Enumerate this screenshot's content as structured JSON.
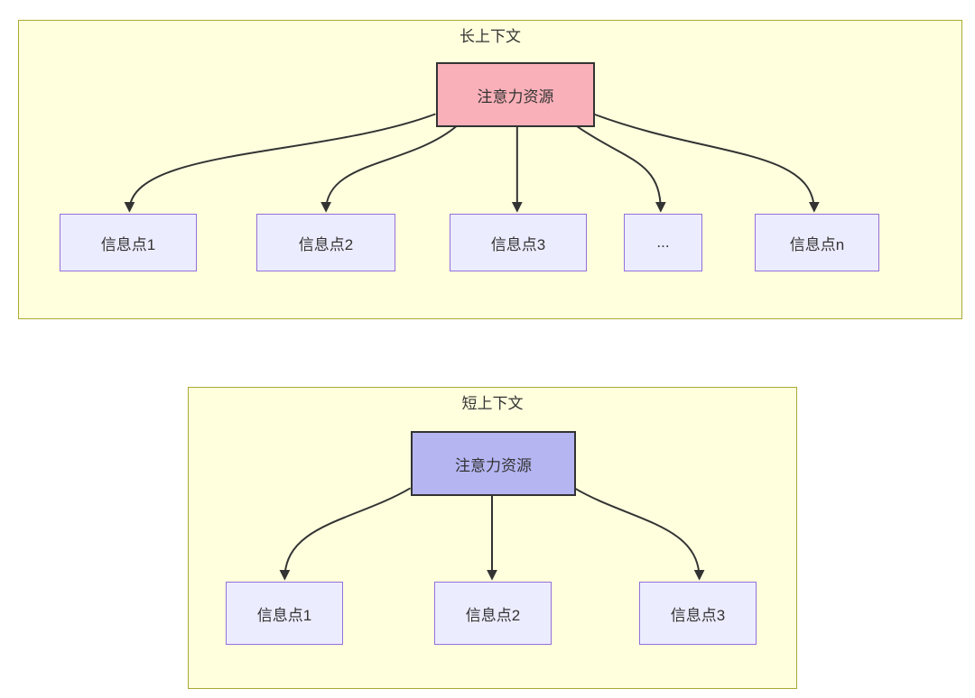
{
  "colors": {
    "page_background": "#ffffff",
    "container_background": "#ffffde",
    "container_border": "#aaaa33",
    "attention_long_fill": "#f9b0b8",
    "attention_short_fill": "#b5b5f2",
    "info_fill": "#ececff",
    "info_border": "#9370db",
    "edge_color": "#333333",
    "text_color": "#333333"
  },
  "long_context": {
    "title": "长上下文",
    "attention_label": "注意力资源",
    "info_points": [
      {
        "label": "信息点1"
      },
      {
        "label": "信息点2"
      },
      {
        "label": "信息点3"
      },
      {
        "label": "..."
      },
      {
        "label": "信息点n"
      }
    ]
  },
  "short_context": {
    "title": "短上下文",
    "attention_label": "注意力资源",
    "info_points": [
      {
        "label": "信息点1"
      },
      {
        "label": "信息点2"
      },
      {
        "label": "信息点3"
      }
    ]
  }
}
